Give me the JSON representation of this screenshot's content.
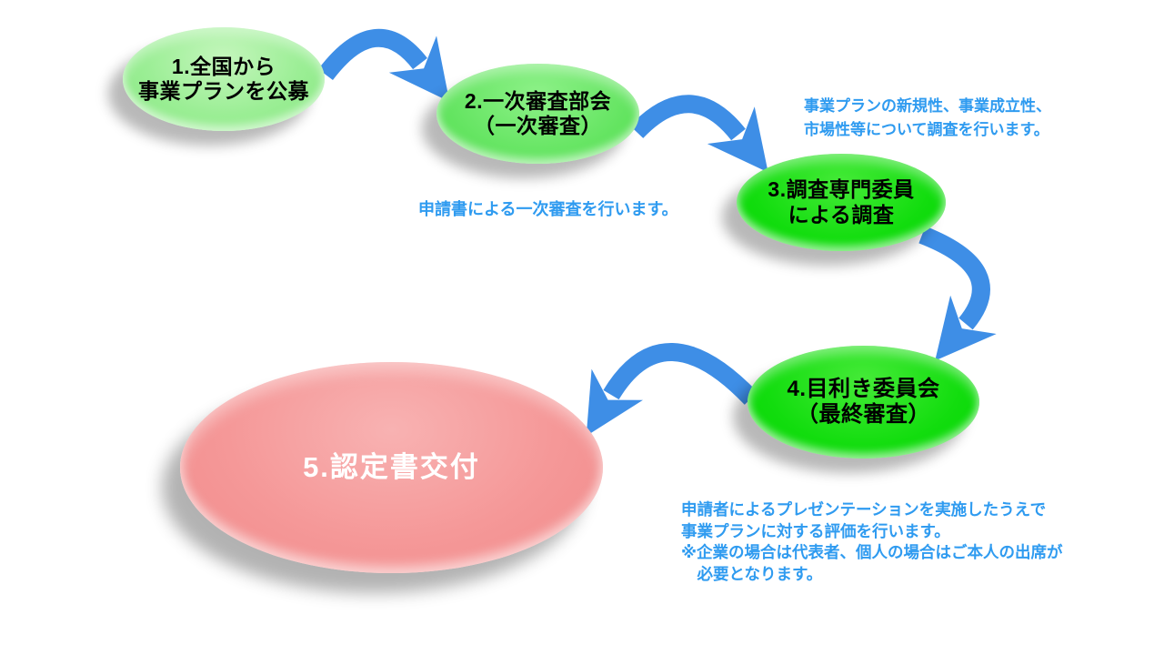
{
  "diagram_title": "",
  "nodes": [
    {
      "id": "step-1",
      "lines": [
        "1.全国から",
        "事業プランを公募"
      ],
      "fill": "#9bee95",
      "text_color": "#000000"
    },
    {
      "id": "step-2",
      "lines": [
        "2.一次審査部会",
        "（一次審査）"
      ],
      "fill": "#66e563",
      "text_color": "#000000"
    },
    {
      "id": "step-3",
      "lines": [
        "3.調査専門委員",
        "による調査"
      ],
      "fill": "#12dd0e",
      "text_color": "#000000"
    },
    {
      "id": "step-4",
      "lines": [
        "4.目利き委員会",
        "（最終審査）"
      ],
      "fill": "#12dd0e",
      "text_color": "#000000"
    },
    {
      "id": "step-5",
      "lines": [
        "5.認定書交付"
      ],
      "fill": "#f59898",
      "text_color": "#ffffff"
    }
  ],
  "notes": {
    "first_screening": {
      "lines": [
        "申請書による一次審査を行います。"
      ]
    },
    "survey": {
      "lines": [
        "事業プランの新規性、事業成立性、",
        "市場性等について調査を行います。"
      ]
    },
    "final": {
      "lines": [
        "申請者によるプレゼンテーションを実施したうえで",
        "事業プランに対する評価を行います。",
        "※企業の場合は代表者、個人の場合はご本人の出席が",
        "　必要となります。"
      ]
    }
  },
  "arrows": [
    {
      "from": "step-1",
      "to": "step-2"
    },
    {
      "from": "step-2",
      "to": "step-3"
    },
    {
      "from": "step-3",
      "to": "step-4"
    },
    {
      "from": "step-4",
      "to": "step-5"
    }
  ],
  "colors": {
    "arrow": "#3e8ee6",
    "note_text": "#2f9bf0",
    "background": "#ffffff"
  }
}
